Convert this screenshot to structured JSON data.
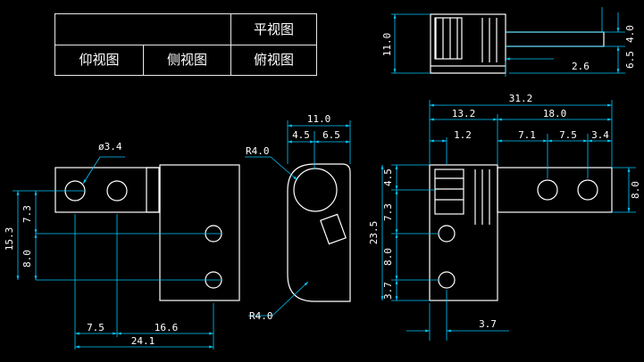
{
  "table": {
    "top_view": "平视图",
    "bottom_view": "仰视图",
    "side_view": "侧视图",
    "plan_view": "俯视图"
  },
  "dims": {
    "d_hole": "ø3.4",
    "v15_3": "15.3",
    "v7_3_left": "7.3",
    "v8_0_left": "8.0",
    "h7_5_left": "7.5",
    "h16_6": "16.6",
    "h24_1": "24.1",
    "h11_0_mid": "11.0",
    "h4_5_mid": "4.5",
    "h6_5_mid": "6.5",
    "r_top": "R4.0",
    "r_bottom": "R4.0",
    "v11_0_top": "11.0",
    "v4_0_top": "4.0",
    "v6_5_top": "6.5",
    "h2_6": "2.6",
    "h31_2": "31.2",
    "h13_2": "13.2",
    "h18_0": "18.0",
    "h1_2": "1.2",
    "h7_1": "7.1",
    "h7_5_right": "7.5",
    "h3_4": "3.4",
    "v4_5_right": "4.5",
    "v23_5": "23.5",
    "v7_3_right": "7.3",
    "v8_0_right": "8.0",
    "v3_7_right": "3.7",
    "v8_0_far": "8.0",
    "h3_7_bottom": "3.7"
  },
  "colors": {
    "background": "#000000",
    "outline": "#ffffff",
    "dimension": "#00c8ff",
    "text": "#ffffff"
  }
}
